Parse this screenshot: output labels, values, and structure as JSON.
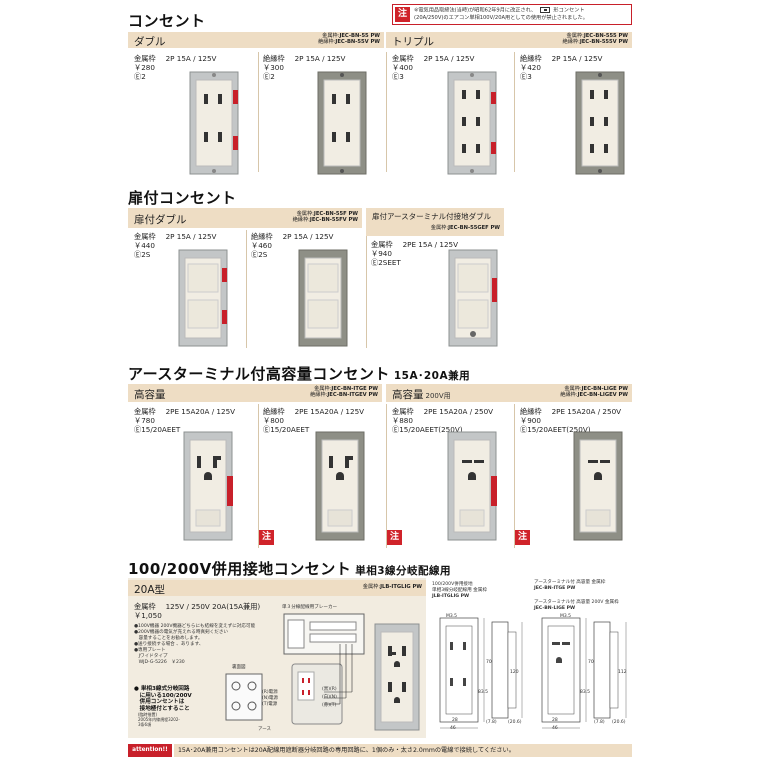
{
  "colors": {
    "band": "#eeddc4",
    "accent_red": "#c8202a",
    "frame_metal": "#b9bcbd",
    "outlet_ivory": "#f1ede3",
    "outlet_gray": "#8e8f86",
    "text": "#222222"
  },
  "sections": {
    "consent": {
      "title": "コンセント",
      "notice": {
        "badge": "注",
        "line1_a": "※電気用品取締法(当時)が昭和62年9月に改正され、",
        "line1_b": "形コンセント",
        "line2": "(20A/250V)のエアコン単相100V/20A用としての使用が禁止されました。"
      },
      "double": {
        "label": "ダブル",
        "part_metal_k": "金属枠:",
        "part_metal": "JEC-BN-55 PW",
        "part_ins_k": "絶縁枠:",
        "part_ins": "JEC-BN-55V PW",
        "items": [
          {
            "frame": "金属枠",
            "rating": "2P 15A / 125V",
            "price": "￥280",
            "code": "Ⓔ2"
          },
          {
            "frame": "絶縁枠",
            "rating": "2P 15A / 125V",
            "price": "￥300",
            "code": "Ⓔ2"
          }
        ]
      },
      "triple": {
        "label": "トリプル",
        "part_metal_k": "金属枠:",
        "part_metal": "JEC-BN-555 PW",
        "part_ins_k": "絶縁枠:",
        "part_ins": "JEC-BN-555V PW",
        "items": [
          {
            "frame": "金属枠",
            "rating": "2P 15A / 125V",
            "price": "￥400",
            "code": "Ⓔ3"
          },
          {
            "frame": "絶縁枠",
            "rating": "2P 15A / 125V",
            "price": "￥420",
            "code": "Ⓔ3"
          }
        ]
      }
    },
    "door": {
      "title": "扉付コンセント",
      "double": {
        "label": "扉付ダブル",
        "part_metal_k": "金属枠:",
        "part_metal": "JEC-BN-55F PW",
        "part_ins_k": "絶縁枠:",
        "part_ins": "JEC-BN-55FV PW",
        "items": [
          {
            "frame": "金属枠",
            "rating": "2P 15A / 125V",
            "price": "￥440",
            "code": "Ⓔ2S"
          },
          {
            "frame": "絶縁枠",
            "rating": "2P 15A / 125V",
            "price": "￥460",
            "code": "Ⓔ2S"
          }
        ]
      },
      "earth": {
        "label": "扉付アースターミナル付接地ダブル",
        "part_k": "金属枠:",
        "part": "JEC-BN-55GEF PW",
        "item": {
          "frame": "金属枠",
          "rating": "2PE 15A / 125V",
          "price": "￥940",
          "code": "Ⓔ2SEET"
        }
      }
    },
    "earth_high": {
      "title": "アースターミナル付高容量コンセント",
      "title_sub": "15A･20A兼用",
      "left": {
        "label": "高容量",
        "part_metal_k": "金属枠:",
        "part_metal": "JEC-BN-ITGE PW",
        "part_ins_k": "絶縁枠:",
        "part_ins": "JEC-BN-ITGEV PW",
        "items": [
          {
            "frame": "金属枠",
            "rating": "2PE 15A20A / 125V",
            "price": "￥780",
            "code": "Ⓔ15/20AEET"
          },
          {
            "frame": "絶縁枠",
            "rating": "2PE 15A20A / 125V",
            "price": "￥800",
            "code": "Ⓔ15/20AEET"
          }
        ]
      },
      "right": {
        "label": "高容量",
        "label_small": "200V用",
        "part_metal_k": "金属枠:",
        "part_metal": "JEC-BN-LIGE PW",
        "part_ins_k": "絶縁枠:",
        "part_ins": "JEC-BN-LIGEV PW",
        "items": [
          {
            "frame": "金属枠",
            "rating": "2PE 15A20A / 250V",
            "price": "￥880",
            "code": "Ⓔ15/20AEET(250V)"
          },
          {
            "frame": "絶縁枠",
            "rating": "2PE 15A20A / 250V",
            "price": "￥900",
            "code": "Ⓔ15/20AEET(250V)"
          }
        ]
      },
      "badge": "注"
    },
    "dual": {
      "title": "100/200V併用接地コンセント",
      "title_sub": "単相3線分岐配線用",
      "band_label": "20A型",
      "part_k": "金属枠:",
      "part": "JLB-ITGLIG PW",
      "frame": "金属枠",
      "rating": "125V / 250V 20A(15A兼用)",
      "price": "￥1,050",
      "bullets": [
        "●100V機器 200V機器どちらにも結線を変えずに対応可能",
        "●200V機器の電気が充えれる時真剣ください",
        "　容量することをお勧めします。",
        "●送り接続する場合 、あります、",
        "●専用プレート",
        "　Jワイドタイプ",
        "　WJD-G-5226　￥230"
      ],
      "panel_title": "単３分線配線用ブレーカー",
      "back_label": "裏面図",
      "wire_labels": [
        "(R)",
        "(N)",
        "(T)"
      ],
      "wire_colors": [
        "(黒)",
        "(白)",
        "(赤)"
      ],
      "terminal_labels": [
        "(R)電源",
        "(N)電源",
        "(T)電源"
      ],
      "earth_label": "アース",
      "sel_label": "(黒)\n電源",
      "highlight_notes": [
        "● 単相3線式分岐回路",
        "　に用いる100/200V",
        "　併用コンセントは",
        "　接地極付とすること",
        "　(臨時措置)",
        "　2005年内線規程3202-",
        "　3条6項"
      ],
      "spec_left": [
        "100/200V併用接地",
        "単相3線分岐配線用 金属枠",
        "JLB-ITGLIG PW"
      ],
      "spec_right_top": [
        "アースターミナル付 高容量 金属枠",
        "JEC-BN-ITGE PW"
      ],
      "spec_right_bot": [
        "アースターミナル付 高容量 200V 金属枠",
        "JEC-BN-LIGE PW"
      ],
      "dims_left": [
        "M3.5",
        "70",
        "120",
        "83.5",
        "(7.8)",
        "(20.6)",
        "28",
        "46"
      ],
      "dims_right": [
        "M3.5",
        "70",
        "83.5",
        "112",
        "(7.8)",
        "(20.6)",
        "28",
        "46"
      ]
    }
  },
  "footer": {
    "attention": "attention!!",
    "text": "15A･20A兼用コンセントは20A配線用遮断器分岐回路の専用回路に、1個のみ・太さ2.0mmの電線で接続してください。"
  }
}
